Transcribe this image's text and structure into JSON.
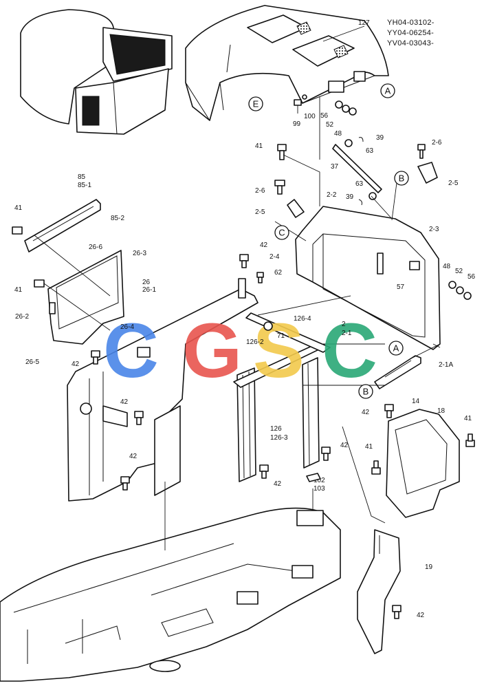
{
  "serial_numbers": [
    "YH04-03102-",
    "YY04-06254-",
    "YV04-03043-"
  ],
  "watermark": {
    "letters": [
      "C",
      "G",
      "S",
      "C"
    ],
    "colors": [
      "#4a86e8",
      "#e8554e",
      "#f2c94c",
      "#2aa876"
    ]
  },
  "callouts": {
    "A1": "A",
    "A2": "A",
    "B1": "B",
    "B2": "B",
    "C1": "C",
    "E1": "E"
  },
  "labels": {
    "p127": "127",
    "p100": "100",
    "p99": "99",
    "p56a": "56",
    "p52a": "52",
    "p48a": "48",
    "p39a": "39",
    "p63a": "63",
    "p37": "37",
    "p63b": "63",
    "p39b": "39",
    "p41a": "41",
    "p2_6a": "2-6",
    "p2_5a": "2-5",
    "p2_6b": "2-6",
    "p2_5b": "2-5",
    "p2_2": "2-2",
    "p2_3": "2-3",
    "p2_4": "2-4",
    "p85": "85",
    "p85_1": "85-1",
    "p85_2": "85-2",
    "p41b": "41",
    "p26_6": "26-6",
    "p26_3": "26-3",
    "p26": "26",
    "p26_1": "26-1",
    "p41c": "41",
    "p26_2": "26-2",
    "p26_4a": "26-4",
    "p26_5": "26-5",
    "p42a": "42",
    "p62": "62",
    "p71": "71",
    "p126_4": "126-4",
    "p126_2": "126-2",
    "p57": "57",
    "p48b": "48",
    "p52b": "52",
    "p56b": "56",
    "p2": "2",
    "p2_1": "2-1",
    "p2_1a": "2-1A",
    "p42b": "42",
    "p42c": "42",
    "p42d": "42",
    "p126": "126",
    "p126_3": "126-3",
    "p14": "14",
    "p42e": "42",
    "p18": "18",
    "p41d": "41",
    "p41e": "41",
    "p42f": "42",
    "p42g": "42",
    "p102": "102",
    "p103": "103",
    "p19": "19",
    "p42h": "42"
  }
}
